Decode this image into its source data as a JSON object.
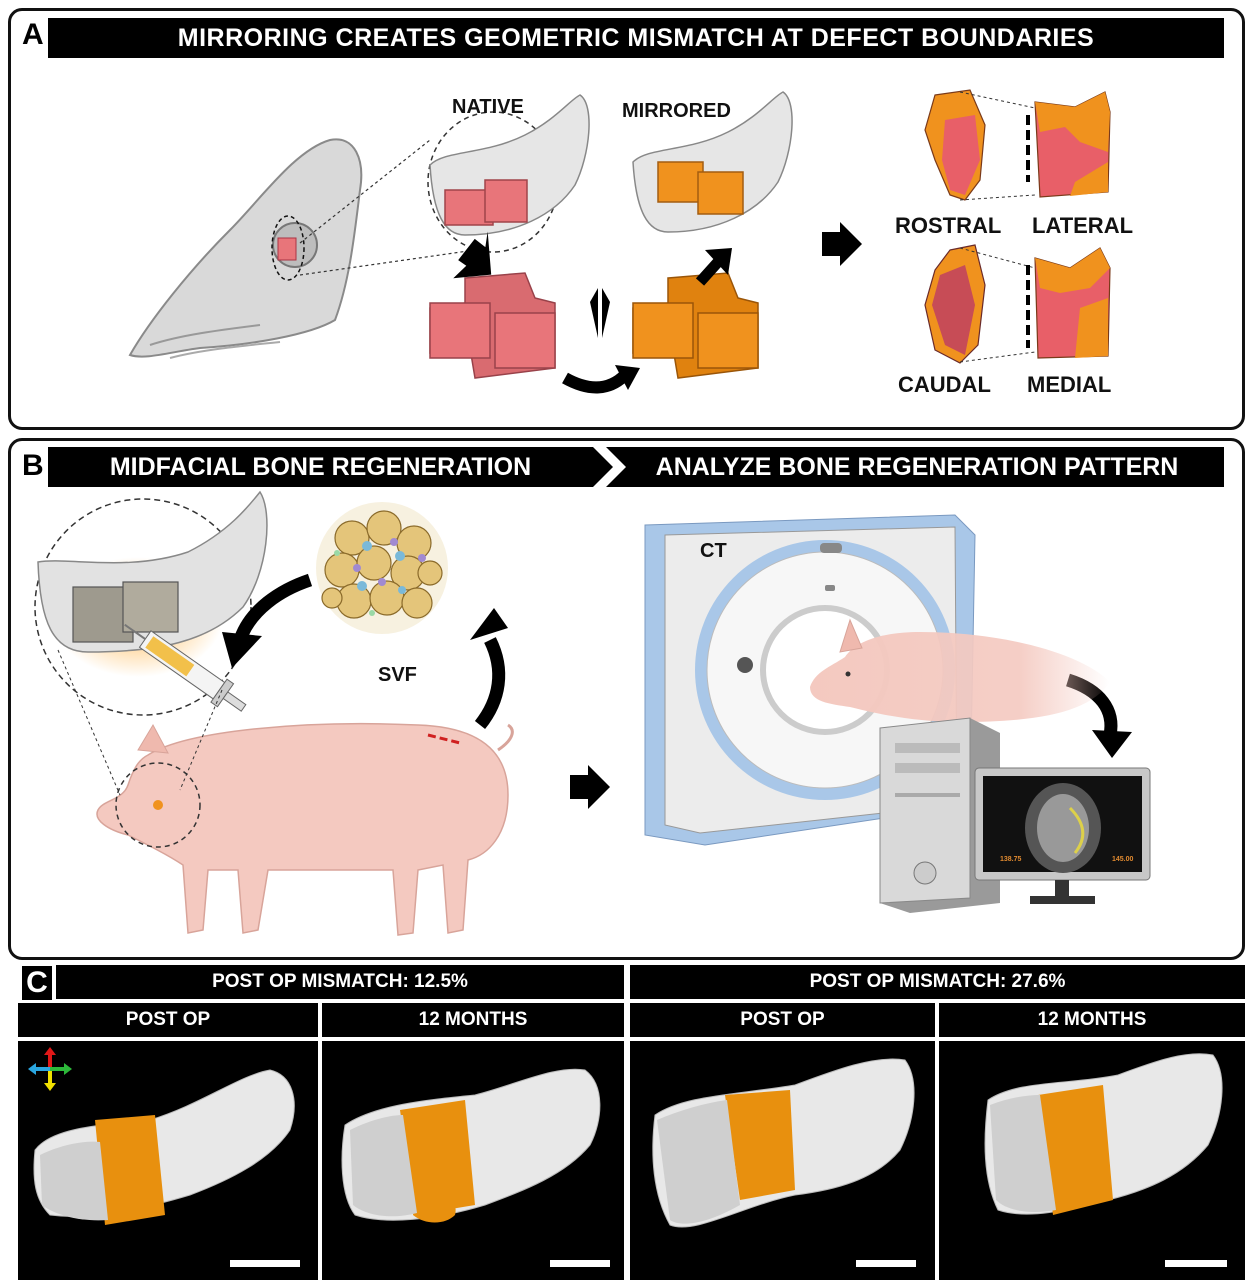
{
  "panel_a": {
    "letter": "A",
    "title": "MIRRORING CREATES GEOMETRIC MISMATCH AT DEFECT BOUNDARIES",
    "labels": {
      "native": "NATIVE",
      "mirrored": "MIRRORED",
      "rostral": "ROSTRAL",
      "lateral": "LATERAL",
      "caudal": "CAUDAL",
      "medial": "MEDIAL"
    },
    "colors": {
      "native": "#e8757a",
      "mirrored": "#f0921e"
    }
  },
  "panel_b": {
    "letter": "B",
    "title_left": "MIDFACIAL BONE REGENERATION",
    "title_right": "ANALYZE BONE REGENERATION PATTERN",
    "labels": {
      "svf": "SVF",
      "ct": "CT"
    },
    "monitor_values": {
      "left": "138.75",
      "right": "145.00"
    }
  },
  "panel_c": {
    "letter": "C",
    "groups": [
      {
        "title": "POST OP MISMATCH: 12.5%",
        "cols": [
          "POST OP",
          "12 MONTHS"
        ]
      },
      {
        "title": "POST OP MISMATCH: 27.6%",
        "cols": [
          "POST OP",
          "12 MONTHS"
        ]
      }
    ],
    "axis_colors": {
      "up": "#e01818",
      "down": "#f0e000",
      "left": "#2aa6e0",
      "right": "#2db83a"
    }
  }
}
